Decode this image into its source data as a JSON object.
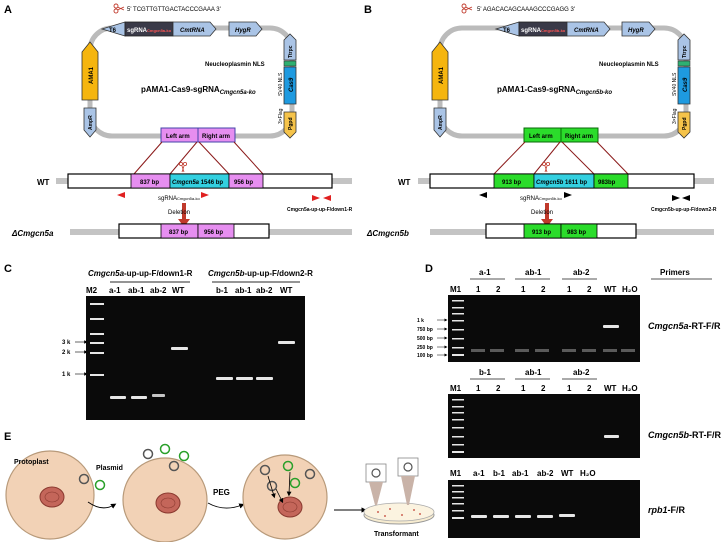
{
  "colors": {
    "backbone": "#bbbbbb",
    "ama1": "#f5b50f",
    "tile_blue": "#aac4e6",
    "cas9": "#1e9ae0",
    "trpc": "#aac4e6",
    "pgpd": "#f5c34a",
    "nls": "#2eb071",
    "sgrna_dark": "#3a3a48",
    "sgrna_red": "#d92020",
    "arm_a": "#e68ef0",
    "arm_b": "#2bdc2b",
    "gene_a": "#33d0e0",
    "gene_b": "#33d0e0",
    "primer_red": "#e02020",
    "arrow_red": "#c0392b",
    "cell": "#f2d2b6",
    "nucleus": "#c4665a",
    "plasmid_green": "#2aa02a",
    "plasmid_grey": "#555555",
    "gel": "#0a0a0a"
  },
  "panel_labels": {
    "a": "A",
    "b": "B",
    "c": "C",
    "d": "D",
    "e": "E"
  },
  "panel_a": {
    "sg_seq": "5' TCGTTGTTGACTACCCGAAA 3'",
    "t6": "T6",
    "sgrna_prefix": "sgRNA",
    "sgrna_sub": "Cmgcn5a-ko",
    "cmtrna": "CmtRNA",
    "hygr": "HygR",
    "ama1": "AMA1",
    "ampr": "AmpR",
    "trpc": "Ttrpc",
    "cas9": "Cas9",
    "pgpd": "Pgpd",
    "nls_label": "Neucleoplasmin NLS",
    "sv40": "SV40 NLS",
    "flag": "3×Flag",
    "plasmid_name": "pAMA1-Cas9-sgRNA",
    "plasmid_sub": "Cmgcn5a-ko",
    "left_arm": "Left arm",
    "right_arm": "Right arm",
    "wt": "WT",
    "frag1": "837 bp",
    "gene_name": "Cmgcn5a",
    "gene_size": "1546 bp",
    "frag2": "956 bp",
    "sg_label": "sgRNA",
    "sg_label_sub": "Cmgcn5a-ko",
    "deletion": "Deletion",
    "primer_label": "Cmgcn5a-up-up-F/down1-R",
    "mutant_prefix": "Δ",
    "mutant_gene": "Cmgcn5a"
  },
  "panel_b": {
    "sg_seq": "5' AGACACAGCAAAGCCCGAGG 3'",
    "t6": "T6",
    "sgrna_prefix": "sgRNA",
    "sgrna_sub": "Cmgcn5b-ko",
    "cmtrna": "CmtRNA",
    "hygr": "HygR",
    "ama1": "AMA1",
    "ampr": "AmpR",
    "trpc": "Ttrpc",
    "cas9": "Cas9",
    "pgpd": "Pgpd",
    "nls_label": "Neucleoplasmin NLS",
    "sv40": "SV40 NLS",
    "flag": "3×Flag",
    "plasmid_name": "pAMA1-Cas9-sgRNA",
    "plasmid_sub": "Cmgcn5b-ko",
    "left_arm": "Left arm",
    "right_arm": "Right arm",
    "wt": "WT",
    "frag1": "913 bp",
    "gene_name": "Cmgcn5b",
    "gene_size": "1611 bp",
    "frag2": "983bp",
    "frag2_mut": "983 bp",
    "sg_label": "sgRNA",
    "sg_label_sub": "Cmgcn5b-ko",
    "deletion": "Deletion",
    "primer_label": "Cmgcn5b-up-up-F/down2-R",
    "mutant_prefix": "Δ",
    "mutant_gene": "Cmgcn5b"
  },
  "panel_c": {
    "title_a_gene": "Cmgcn5a",
    "title_a_rest": "-up-up-F/down1-R",
    "title_b_gene": "Cmgcn5b",
    "title_b_rest": "-up-up-F/down2-R",
    "lanes": [
      "M2",
      "a-1",
      "ab-1",
      "ab-2",
      "WT",
      "b-1",
      "ab-1",
      "ab-2",
      "WT"
    ],
    "marker_labels": [
      "3 k",
      "2 k",
      "1 k"
    ]
  },
  "panel_d": {
    "primers_header": "Primers",
    "group_labels_1": [
      "a-1",
      "ab-1",
      "ab-2"
    ],
    "group_labels_2": [
      "b-1",
      "ab-1",
      "ab-2"
    ],
    "sub_lanes": [
      "M1",
      "1",
      "2",
      "1",
      "2",
      "1",
      "2",
      "WT",
      "H₂O"
    ],
    "ladder_labels": [
      "1 k",
      "750 bp",
      "500 bp",
      "250 bp",
      "100 bp"
    ],
    "gel1_gene": "Cmgcn5a",
    "gel1_suffix": "-RT-F/R",
    "gel2_gene": "Cmgcn5b",
    "gel2_suffix": "-RT-F/R",
    "gel3_lanes": [
      "M1",
      "a-1",
      "b-1",
      "ab-1",
      "ab-2",
      "WT",
      "H₂O"
    ],
    "gel3_gene": "rpb1",
    "gel3_suffix": "-F/R"
  },
  "panel_e": {
    "protoplast": "Protoplast",
    "plasmid": "Plasmid",
    "peg": "PEG",
    "transformant": "Transformant"
  }
}
